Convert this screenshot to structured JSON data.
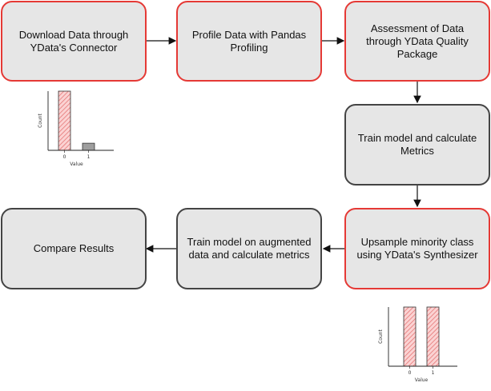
{
  "nodes": {
    "download": "Download Data through YData's Connector",
    "profile": "Profile Data with Pandas Profiling",
    "assess": "Assessment of Data through YData Quality Package",
    "train": "Train model and calculate Metrics",
    "upsample": "Upsample minority class using YData's Synthesizer",
    "train_aug": "Train model on augmented data and calculate metrics",
    "compare": "Compare Results"
  },
  "colors": {
    "red_border": "#e53935",
    "gray_border": "#444444",
    "box_fill": "#e6e6e6",
    "bar_red": "#f08a8a",
    "bar_gray": "#9e9e9e"
  },
  "chart_data": [
    {
      "type": "bar",
      "categories": [
        "0",
        "1"
      ],
      "values": [
        100,
        12
      ],
      "colors": [
        "#f08a8a",
        "#9e9e9e"
      ],
      "xlabel": "Value",
      "ylabel": "Count",
      "ylim": [
        0,
        100
      ]
    },
    {
      "type": "bar",
      "categories": [
        "0",
        "1"
      ],
      "values": [
        100,
        100
      ],
      "colors": [
        "#f08a8a",
        "#f08a8a"
      ],
      "xlabel": "Value",
      "ylabel": "Count",
      "ylim": [
        0,
        100
      ]
    }
  ]
}
